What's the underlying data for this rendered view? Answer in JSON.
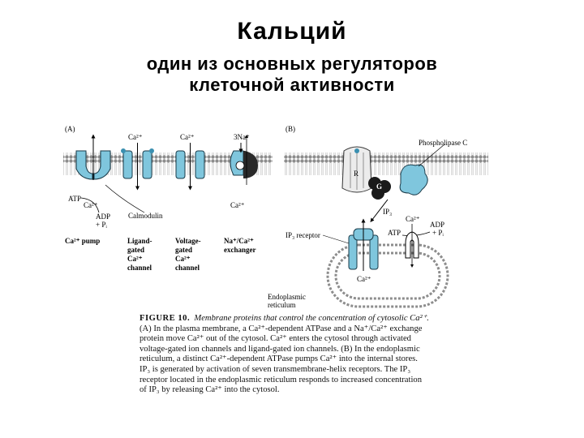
{
  "slide": {
    "title": "Кальций",
    "subtitle_line1": "один из основных регуляторов",
    "subtitle_line2": "клеточной активности"
  },
  "panelA": {
    "tag": "(A)",
    "ion_ca1": "Ca²⁺",
    "ion_ca2": "Ca²⁺",
    "ion_na": "3Na⁺",
    "atp": "ATP",
    "ca_below": "Ca²⁺",
    "adp": "ADP",
    "pi": "+ Pᵢ",
    "calmodulin": "Calmodulin",
    "ca_exch_below": "Ca²⁺",
    "pump_label": "Ca²⁺ pump",
    "ligand_l1": "Ligand-",
    "ligand_l2": "gated",
    "ligand_l3": "Ca²⁺",
    "ligand_l4": "channel",
    "voltage_l1": "Voltage-",
    "voltage_l2": "gated",
    "voltage_l3": "Ca²⁺",
    "voltage_l4": "channel",
    "exch_l1": "Na⁺/Ca²⁺",
    "exch_l2": "exchanger"
  },
  "panelB": {
    "tag": "(B)",
    "phospholipase": "Phospholipase C",
    "r": "R",
    "g": "G",
    "ip3": "IP₃",
    "ca_top": "Ca²⁺",
    "atp": "ATP",
    "adp": "ADP",
    "pi": "+ Pᵢ",
    "ip3_receptor": "IP₃ receptor",
    "ca_lumen": "Ca²⁺",
    "er_l1": "Endoplasmic",
    "er_l2": "reticulum"
  },
  "caption": {
    "heading": "FIGURE 10.",
    "line1": "Membrane proteins that control the concentration of cytosolic Ca²⁺.",
    "line2": "(A) In the plasma membrane, a Ca²⁺-dependent ATPase and a Na⁺/Ca²⁺ exchange",
    "line3": "protein move Ca²⁺ out of the cytosol. Ca²⁺ enters the cytosol through activated",
    "line4": "voltage-gated ion channels and ligand-gated ion channels. (B) In the endoplasmic",
    "line5": "reticulum, a distinct Ca²⁺-dependent ATPase pumps Ca²⁺ into the internal stores.",
    "line6": "IP₃ is generated by activation of seven transmembrane-helix receptors. The IP₃",
    "line7": "receptor located in the endoplasmic reticulum responds to increased concentration",
    "line8": "of IP₃ by releasing Ca²⁺ into the cytosol."
  },
  "colors": {
    "protein_blue": "#7fc6dd",
    "membrane_gray": "#9a9a9a",
    "dark_protein": "#2a2a2a"
  }
}
